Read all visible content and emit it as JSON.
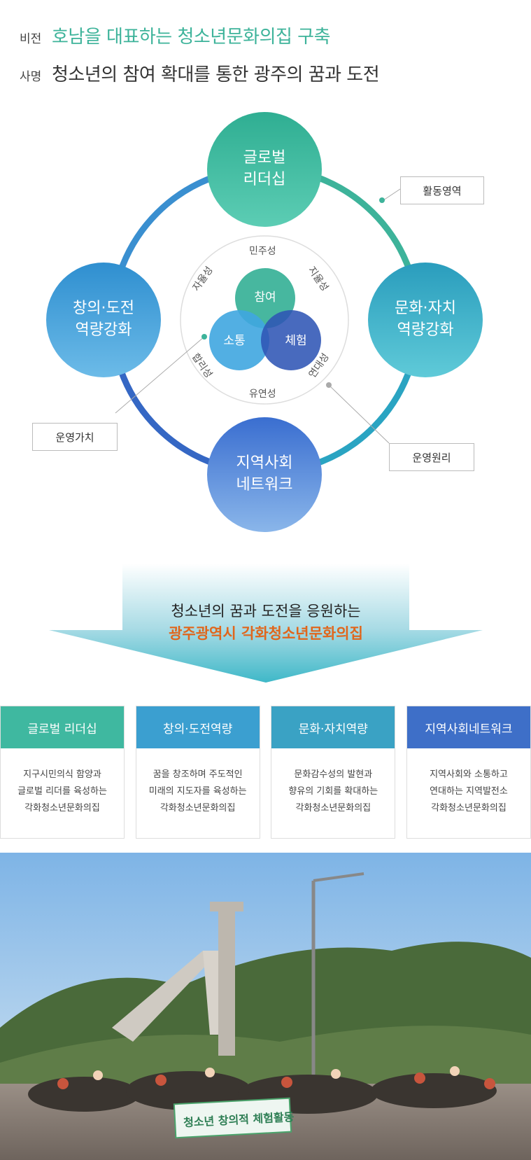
{
  "header": {
    "vision_label": "비전",
    "vision_text": "호남을 대표하는 청소년문화의집 구축",
    "mission_label": "사명",
    "mission_text": "청소년의 참여 확대를 통한 광주의 꿈과 도전"
  },
  "diagram": {
    "outer": {
      "top": "글로벌\n리더십",
      "left": "창의·도전\n역량강화",
      "right": "문화·자치\n역량강화",
      "bottom": "지역사회\n네트워크"
    },
    "inner": {
      "a": "참여",
      "b": "소통",
      "c": "체험"
    },
    "ring_words": {
      "top": "민주성",
      "top_left": "자율성",
      "top_right": "지율성",
      "bottom_left": "합리성",
      "bottom_right": "연대성",
      "bottom": "유연성"
    },
    "tags": {
      "activity": "활동영역",
      "value": "운영가치",
      "principle": "운영원리"
    },
    "colors": {
      "teal": "#3db39a",
      "blue": "#3a8fd0",
      "navy": "#2f5fb8"
    }
  },
  "banner": {
    "line1": "청소년의 꿈과 도전을 응원하는",
    "line2": "광주광역시 각화청소년문화의집"
  },
  "cards": [
    {
      "title": "글로벌 리더십",
      "body": "지구시민의식 함양과\n글로벌 리더를 육성하는\n각화청소년문화의집",
      "color": "#3fb8a0"
    },
    {
      "title": "창의·도전역량",
      "body": "꿈을 창조하며 주도적인\n미래의 지도자를 육성하는\n각화청소년문화의집",
      "color": "#3b9fd0"
    },
    {
      "title": "문화·자치역량",
      "body": "문화감수성의 발현과\n향유의 기회를 확대하는\n각화청소년문화의집",
      "color": "#3aa2c4"
    },
    {
      "title": "지역사회네트워크",
      "body": "지역사회와 소통하고\n연대하는 지역발전소\n각화청소년문화의집",
      "color": "#3e6fc8"
    }
  ],
  "photo": {
    "banner_text": "청소년 창의적 체험활동"
  }
}
